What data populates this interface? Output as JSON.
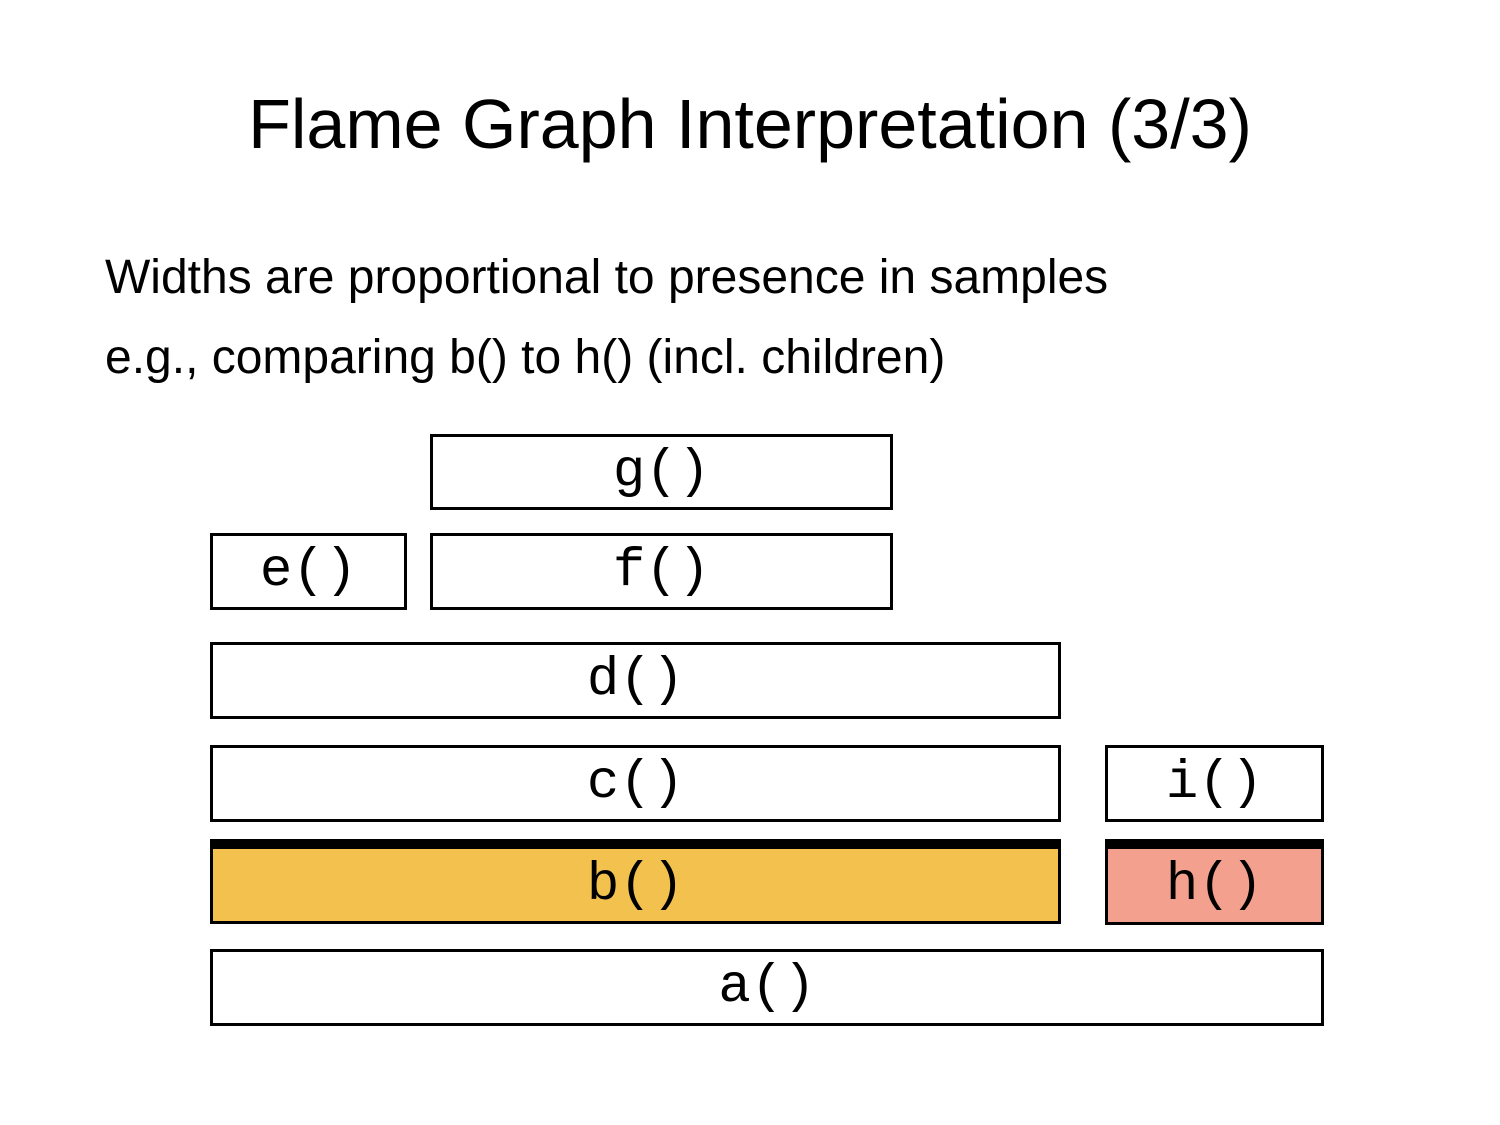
{
  "slide": {
    "title": "Flame Graph Interpretation (3/3)",
    "body_lines": {
      "line1": "Widths are proportional to presence in samples",
      "line2": "e.g., comparing b() to h() (incl. children)"
    }
  },
  "colors": {
    "background": "#FFFFFF",
    "text": "#000000",
    "frame_border": "#000000",
    "frame_fill_default": "#FFFFFF",
    "highlight_b_fill": "#F2C14E",
    "highlight_h_fill": "#F4A08F",
    "highlight_top_bar": "#000000"
  },
  "flame_graph": {
    "description": "stacked flame graph frames, bottom row is stack base",
    "frames": [
      {
        "name": "g",
        "label": "g()",
        "depth": 5,
        "highlighted": false
      },
      {
        "name": "e",
        "label": "e()",
        "depth": 4,
        "highlighted": false
      },
      {
        "name": "f",
        "label": "f()",
        "depth": 4,
        "highlighted": false
      },
      {
        "name": "d",
        "label": "d()",
        "depth": 3,
        "highlighted": false
      },
      {
        "name": "c",
        "label": "c()",
        "depth": 2,
        "highlighted": false
      },
      {
        "name": "i",
        "label": "i()",
        "depth": 2,
        "highlighted": false
      },
      {
        "name": "b",
        "label": "b()",
        "depth": 1,
        "highlighted": true,
        "highlight_color": "#F2C14E"
      },
      {
        "name": "h",
        "label": "h()",
        "depth": 1,
        "highlighted": true,
        "highlight_color": "#F4A08F"
      },
      {
        "name": "a",
        "label": "a()",
        "depth": 0,
        "highlighted": false
      }
    ]
  }
}
